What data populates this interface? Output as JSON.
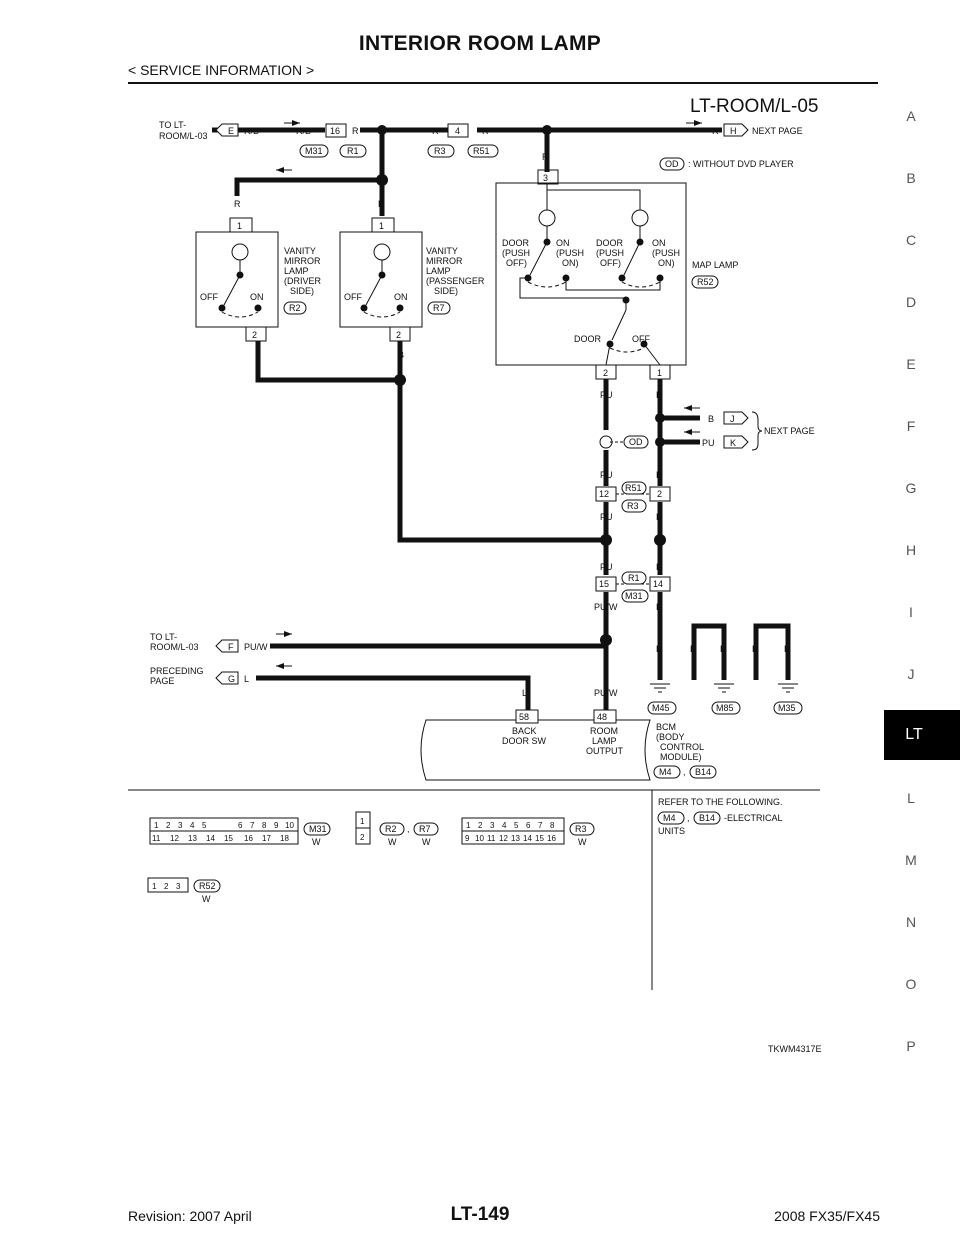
{
  "header": {
    "title": "INTERIOR ROOM LAMP",
    "subtitle": "< SERVICE INFORMATION >"
  },
  "side_index": [
    "A",
    "B",
    "C",
    "D",
    "E",
    "F",
    "G",
    "H",
    "I",
    "J",
    "LT",
    "L",
    "M",
    "N",
    "O",
    "P"
  ],
  "diagram": {
    "code": "LT-ROOM/L-05",
    "to_lt_room": "TO LT-",
    "to_lt_room2": "ROOM/L-03",
    "preceding": "PRECEDING",
    "page": "PAGE",
    "next_page": "NEXT PAGE",
    "od_legend": ": WITHOUT DVD PLAYER",
    "od": "OD",
    "vanity_driver": [
      "VANITY",
      "MIRROR",
      "LAMP",
      "(DRIVER",
      "SIDE)"
    ],
    "vanity_pass": [
      "VANITY",
      "MIRROR",
      "LAMP",
      "(PASSENGER",
      "SIDE)"
    ],
    "off": "OFF",
    "on": "ON",
    "door_push_off": [
      "DOOR",
      "(PUSH",
      "OFF)"
    ],
    "on_push_on": [
      "ON",
      "(PUSH",
      "ON)"
    ],
    "map_lamp": "MAP LAMP",
    "door": "DOOR",
    "back_door_sw": [
      "BACK",
      "DOOR SW"
    ],
    "room_lamp_output": [
      "ROOM",
      "LAMP",
      "OUTPUT"
    ],
    "bcm": [
      "BCM",
      "(BODY",
      "CONTROL",
      "MODULE)"
    ],
    "connectors": [
      "M31",
      "R1",
      "R3",
      "R51",
      "R2",
      "R7",
      "R52",
      "M45",
      "M85",
      "M35",
      "M4",
      "B14"
    ],
    "terminals": [
      "E",
      "F",
      "G",
      "H",
      "J",
      "K",
      "16",
      "4",
      "3",
      "1",
      "2",
      "12",
      "15",
      "14",
      "58",
      "48"
    ],
    "wire_colors": [
      "R/B",
      "R",
      "B",
      "PU",
      "PU/W",
      "L"
    ],
    "ref_text": [
      "REFER TO THE FOLLOWING.",
      "-ELECTRICAL",
      "UNITS"
    ],
    "w": "W",
    "m31_pins_top": [
      "1",
      "2",
      "3",
      "4",
      "5",
      "6",
      "7",
      "8",
      "9",
      "10"
    ],
    "m31_pins_bot": [
      "11",
      "12",
      "13",
      "14",
      "15",
      "16",
      "17",
      "18"
    ],
    "r3_pins_top": [
      "1",
      "2",
      "3",
      "4",
      "5",
      "6",
      "7",
      "8"
    ],
    "r3_pins_bot": [
      "9",
      "10",
      "11",
      "12",
      "13",
      "14",
      "15",
      "16"
    ],
    "r52_pins": [
      "1",
      "2",
      "3"
    ],
    "r2_pins": [
      "1",
      "2"
    ]
  },
  "ref_code": "TKWM4317E",
  "footer": {
    "revision": "Revision: 2007 April",
    "page": "LT-149",
    "model": "2008 FX35/FX45"
  }
}
